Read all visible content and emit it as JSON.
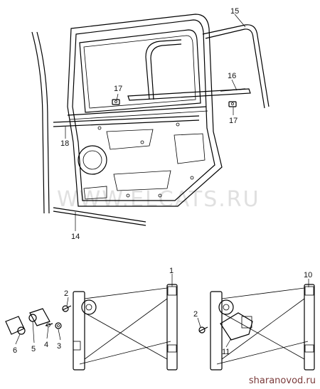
{
  "watermark": "WWW.ELCATS.RU",
  "site_label": "sharanovod.ru",
  "callouts": {
    "c15": "15",
    "c16": "16",
    "c17a": "17",
    "c17b": "17",
    "c18": "18",
    "c14": "14",
    "c1": "1",
    "c2a": "2",
    "c2b": "2",
    "c3": "3",
    "c4": "4",
    "c5": "5",
    "c6": "6",
    "c10": "10",
    "c11": "11"
  }
}
